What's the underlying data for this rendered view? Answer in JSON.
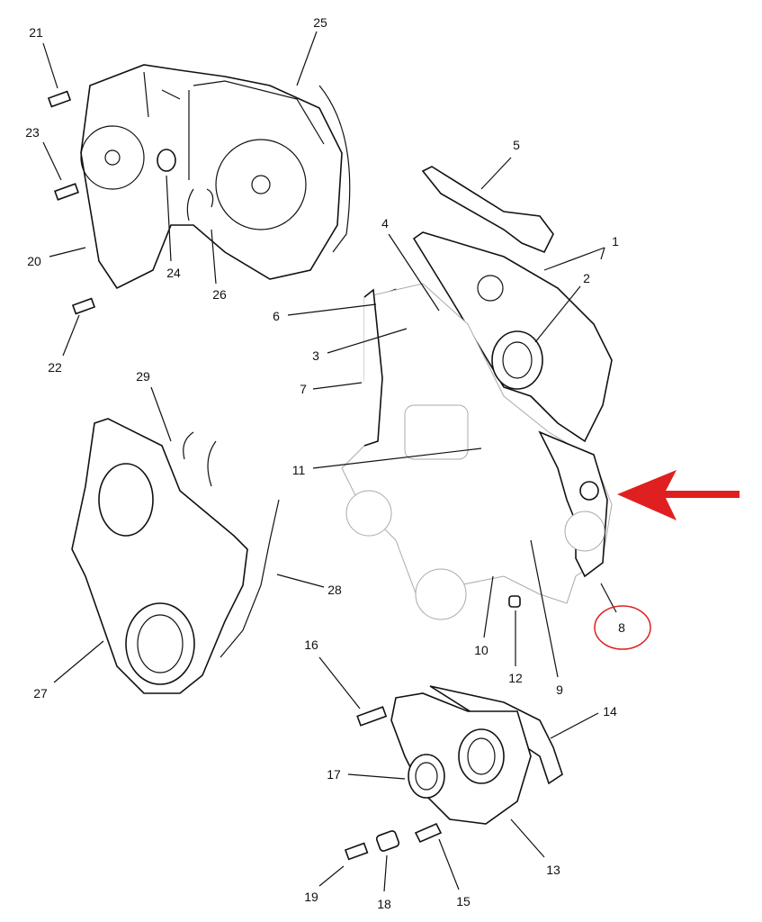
{
  "diagram": {
    "title": "Timing cover exploded view",
    "callouts": [
      {
        "id": "21",
        "text": "21"
      },
      {
        "id": "25",
        "text": "25"
      },
      {
        "id": "23",
        "text": "23"
      },
      {
        "id": "5",
        "text": "5"
      },
      {
        "id": "20",
        "text": "20"
      },
      {
        "id": "24",
        "text": "24"
      },
      {
        "id": "26",
        "text": "26"
      },
      {
        "id": "4",
        "text": "4"
      },
      {
        "id": "1",
        "text": "1"
      },
      {
        "id": "2",
        "text": "2"
      },
      {
        "id": "6",
        "text": "6"
      },
      {
        "id": "3",
        "text": "3"
      },
      {
        "id": "22",
        "text": "22"
      },
      {
        "id": "29",
        "text": "29"
      },
      {
        "id": "7",
        "text": "7"
      },
      {
        "id": "11",
        "text": "11"
      },
      {
        "id": "28",
        "text": "28"
      },
      {
        "id": "8",
        "text": "8"
      },
      {
        "id": "10",
        "text": "10"
      },
      {
        "id": "12",
        "text": "12"
      },
      {
        "id": "9",
        "text": "9"
      },
      {
        "id": "16",
        "text": "16"
      },
      {
        "id": "27",
        "text": "27"
      },
      {
        "id": "14",
        "text": "14"
      },
      {
        "id": "17",
        "text": "17"
      },
      {
        "id": "13",
        "text": "13"
      },
      {
        "id": "19",
        "text": "19"
      },
      {
        "id": "18",
        "text": "18"
      },
      {
        "id": "15",
        "text": "15"
      }
    ],
    "highlight": {
      "callout": "8",
      "color": "#e02020"
    }
  }
}
